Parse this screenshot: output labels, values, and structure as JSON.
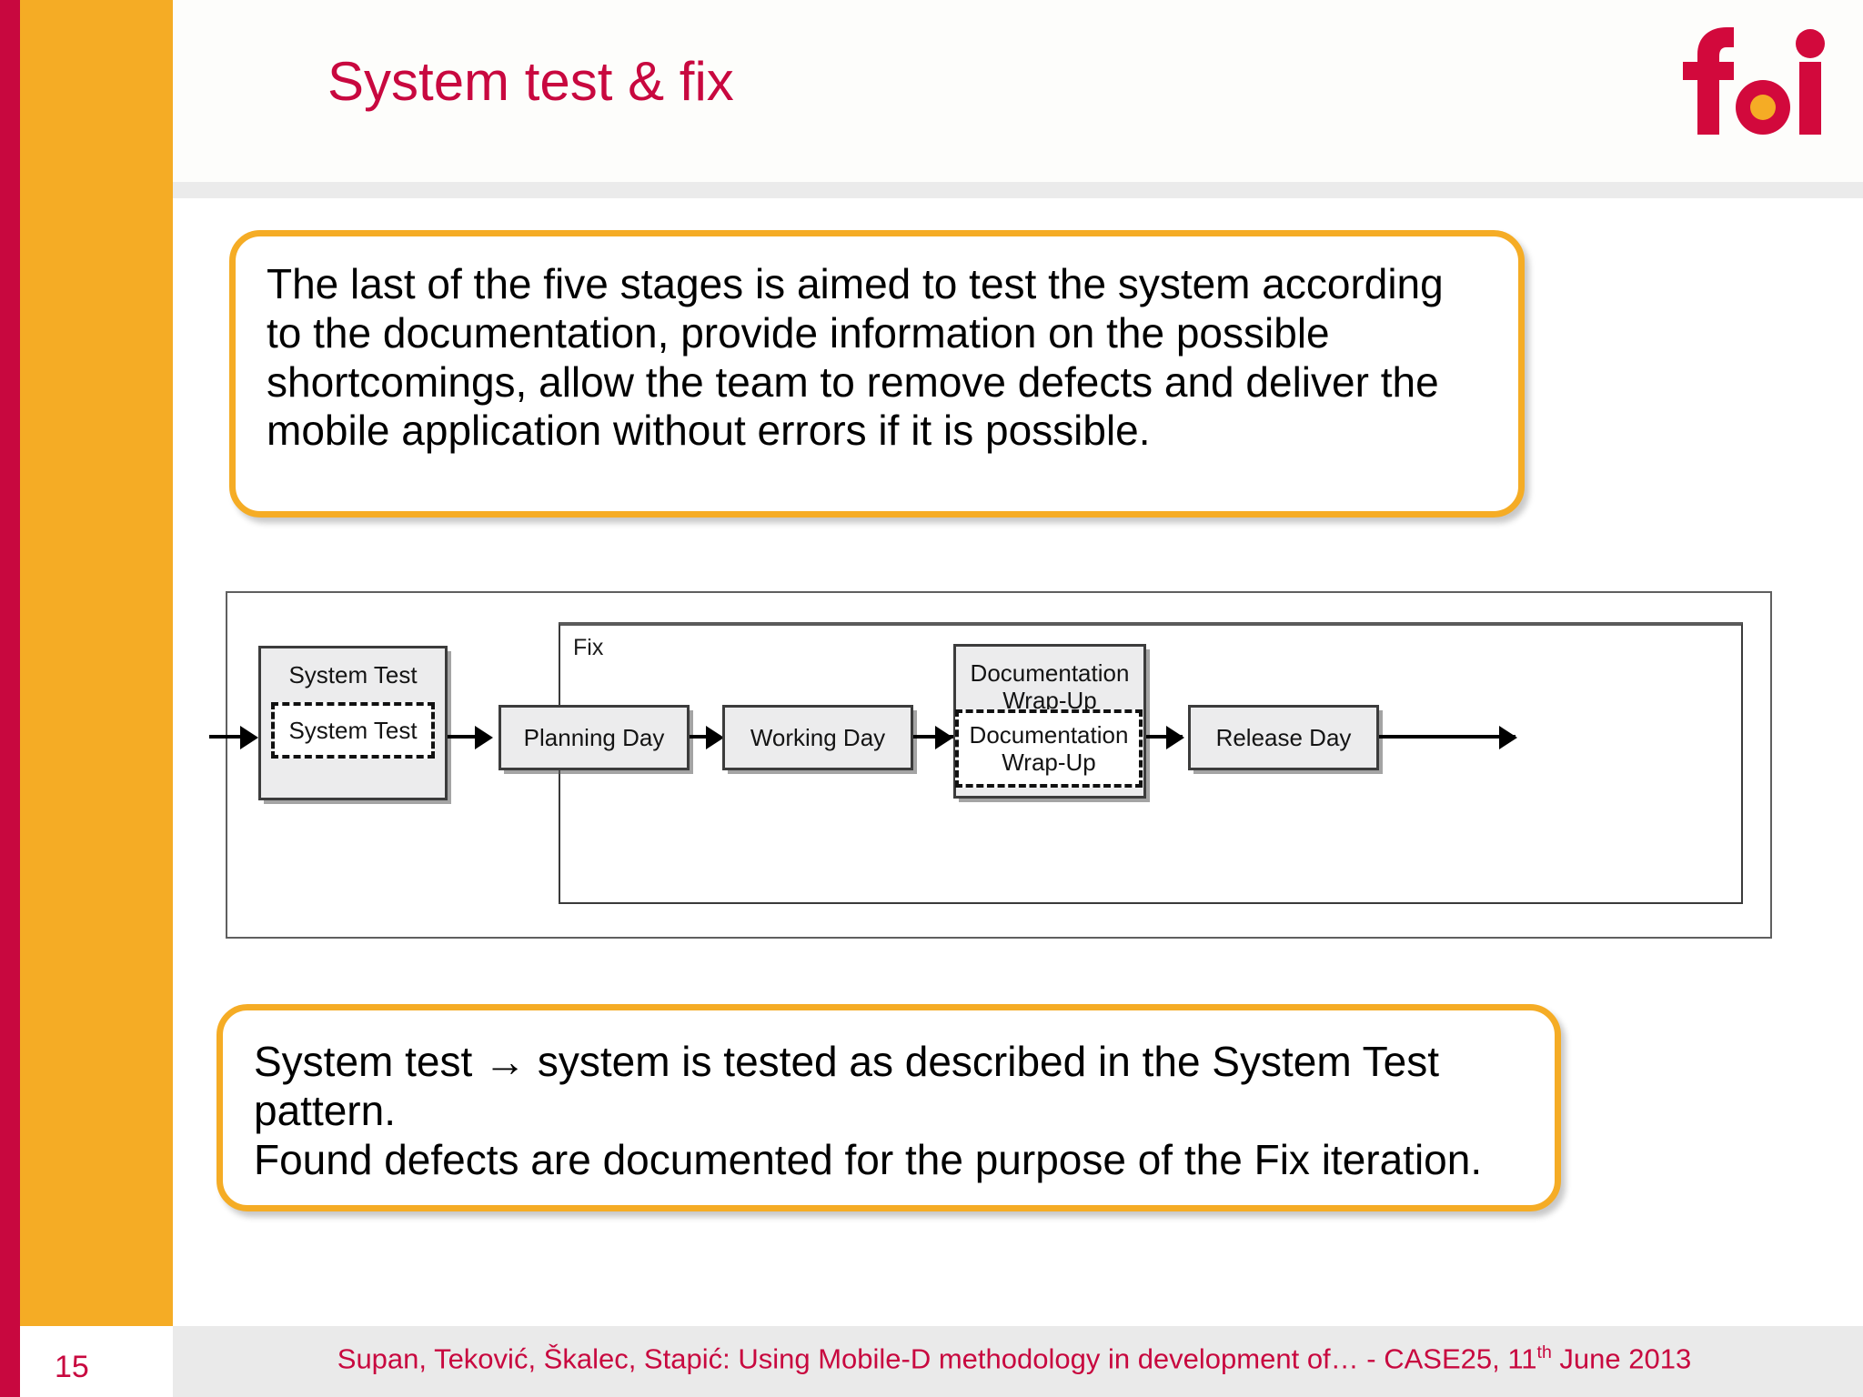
{
  "slide": {
    "title": "System test & fix",
    "page_number": "15",
    "footer_text_before": "Supan, Teković, Škalec, Stapić: Using Mobile-D methodology in development of… - CASE25, 11",
    "footer_superscript": "th",
    "footer_text_after": " June 2013"
  },
  "logo": {
    "name": "foi-logo",
    "letters": "foi",
    "color_primary": "#d2093c",
    "color_accent": "#f5ac25"
  },
  "colors": {
    "crimson": "#c8083f",
    "amber": "#f5ac25",
    "callout_border": "#f5ac25",
    "footer_bg": "#eaeaea"
  },
  "callout_top": {
    "text": "The last of the five stages is aimed to test the system according to the documentation, provide information on the possible shortcomings, allow the team to remove defects and deliver the mobile application without errors if it is possible."
  },
  "callout_bottom": {
    "line1": "System test → system is tested as described in the System Test pattern.",
    "line2": "Found defects are documented for the purpose of the Fix iteration."
  },
  "diagram": {
    "group_label": "Fix",
    "nodes": {
      "system_test_outer": "System Test",
      "system_test_inner": "System Test",
      "planning_day": "Planning Day",
      "working_day": "Working Day",
      "documentation_wrapup_outer": "Documentation Wrap-Up",
      "documentation_wrapup_inner": "Documentation Wrap-Up",
      "release_day": "Release Day"
    }
  }
}
